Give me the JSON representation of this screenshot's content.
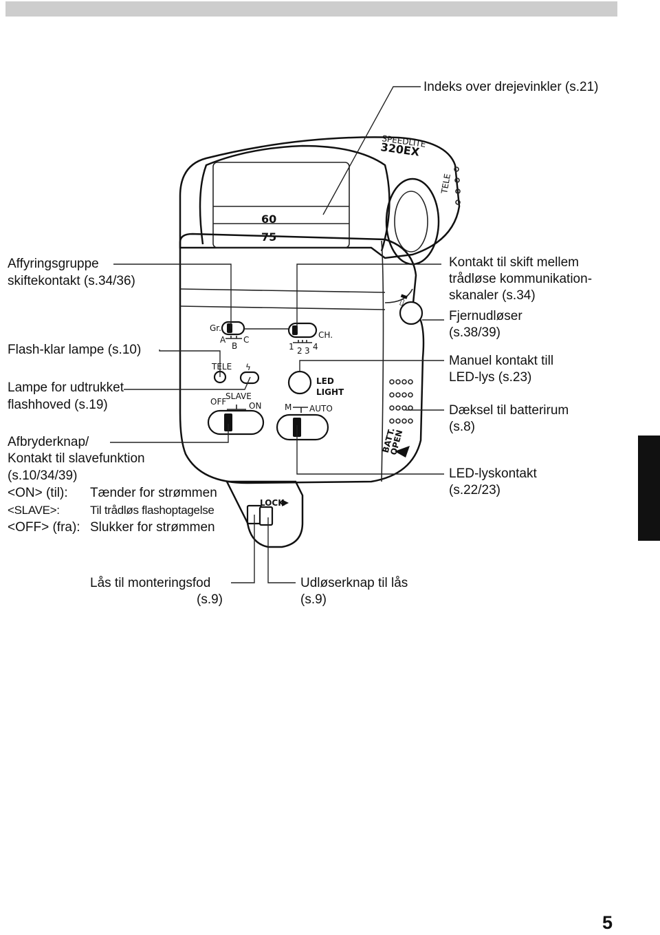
{
  "header": {
    "bar": ""
  },
  "labels": {
    "index": "Indeks over drejevinkler (s.21)",
    "group_switch_l1": "Affyringsgruppe",
    "group_switch_l2": "skiftekontakt (s.34/36)",
    "flash_ready": "Flash-klar lampe (s.10)",
    "lamp_head_l1": "Lampe for udtrukket",
    "lamp_head_l2": "flashhoved (s.19)",
    "power_l1": "Afbryderknap/",
    "power_l2": "Kontakt til slavefunktion",
    "power_l3": "(s.10/34/39)",
    "on_key": "<ON> (til):",
    "on_val": "Tænder for strømmen",
    "slave_key": "<SLAVE>:",
    "slave_val": "Til trådløs flashoptagelse",
    "off_key": "<OFF> (fra):",
    "off_val": "Slukker for strømmen",
    "channel_l1": "Kontakt til skift mellem",
    "channel_l2": "trådløse kommunikation-",
    "channel_l3": "skanaler (s.34)",
    "remote_l1": "Fjernudløser",
    "remote_l2": "(s.38/39)",
    "manual_led_l1": "Manuel kontakt till",
    "manual_led_l2": "LED-lys (s.23)",
    "battery_l1": "Dæksel til batterirum",
    "battery_l2": "(s.8)",
    "led_switch_l1": "LED-lyskontakt",
    "led_switch_l2": "(s.22/23)",
    "mount_lock_l1": "Lås til monteringsfod",
    "mount_lock_l2": "(s.9)",
    "release_l1": "Udløserknap til lås",
    "release_l2": "(s.9)"
  },
  "device": {
    "brand": "SPEEDLITE",
    "model": "320EX",
    "zoom_60": "60",
    "zoom_75": "75",
    "tele_side": "TELE",
    "gr": "Gr.",
    "a": "A",
    "b": "B",
    "c": "C",
    "ch": "CH.",
    "ch1": "1",
    "ch2": "2",
    "ch3": "3",
    "ch4": "4",
    "tele": "TELE",
    "bolt": "ϟ",
    "slave": "SLAVE",
    "off": "OFF",
    "on": "ON",
    "led": "LED",
    "light": "LIGHT",
    "m": "M",
    "auto": "AUTO",
    "batt": "BATT.",
    "open": "OPEN",
    "lock": "LOCK"
  },
  "page": {
    "number": "5"
  }
}
